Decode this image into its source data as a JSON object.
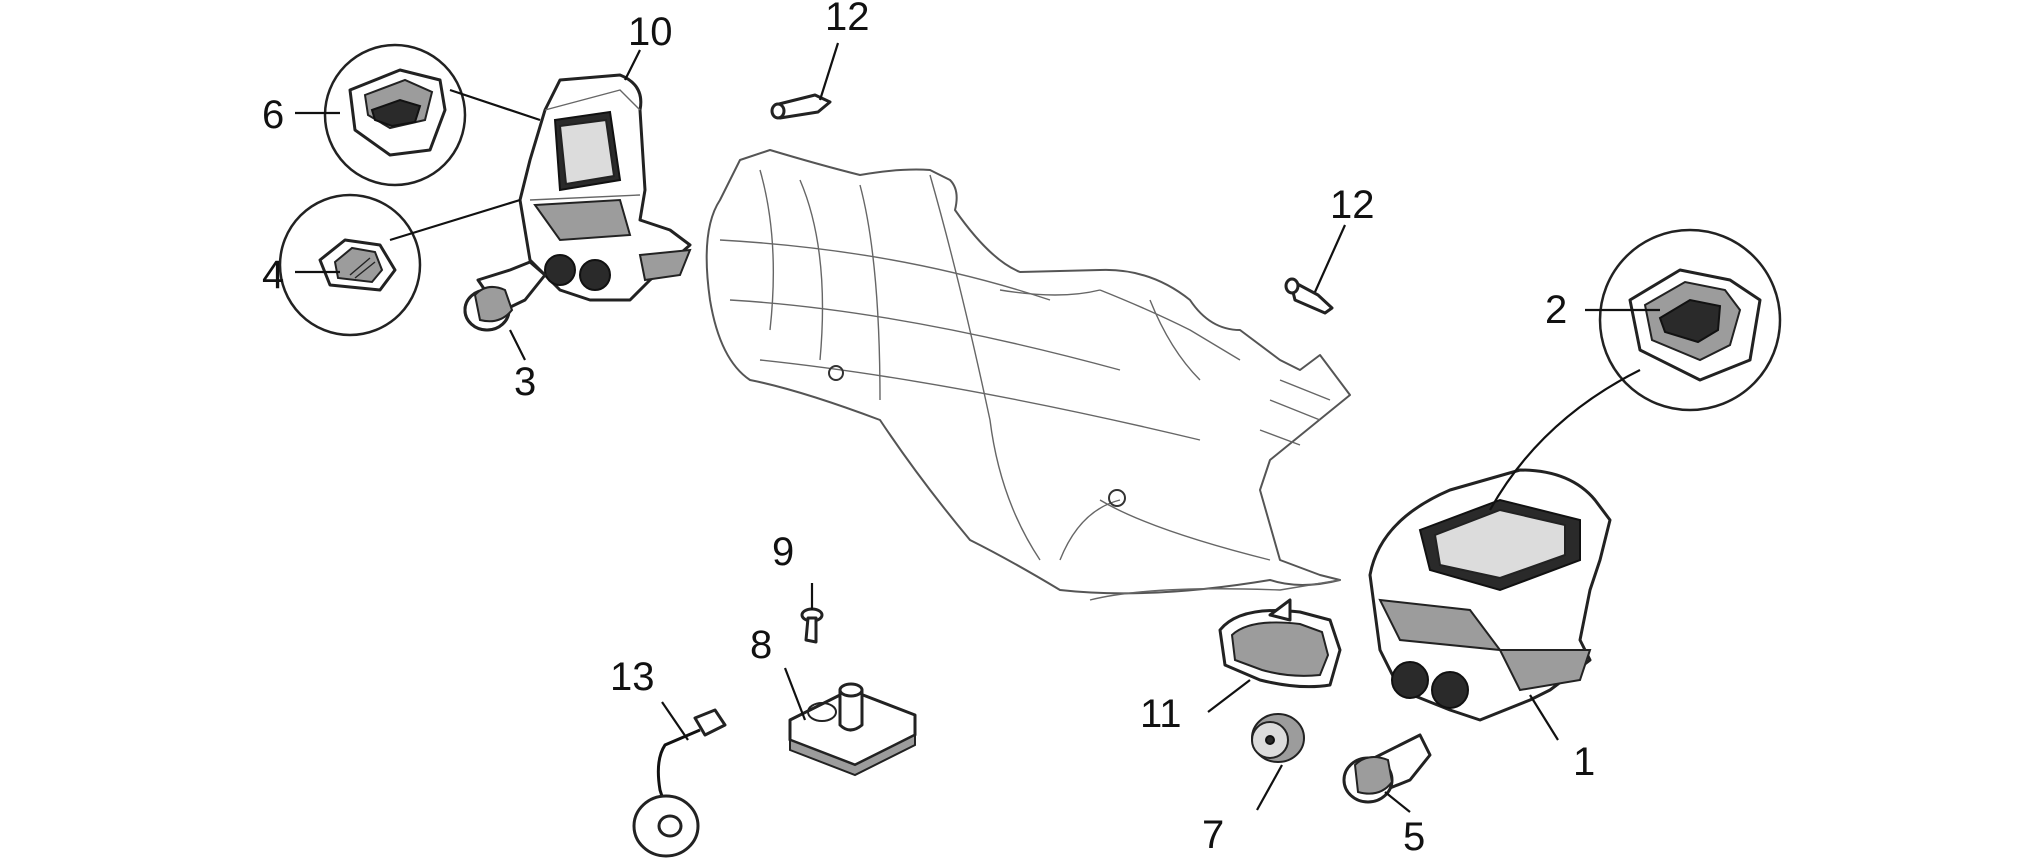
{
  "diagram": {
    "labels": {
      "l1": "1",
      "l2": "2",
      "l3": "3",
      "l4": "4",
      "l5": "5",
      "l6": "6",
      "l7": "7",
      "l8": "8",
      "l9": "9",
      "l10": "10",
      "l11": "11",
      "l12a": "12",
      "l12b": "12",
      "l13": "13"
    },
    "colors": {
      "line": "#222222",
      "background": "#ffffff",
      "shade": "#9c9c9c"
    }
  }
}
